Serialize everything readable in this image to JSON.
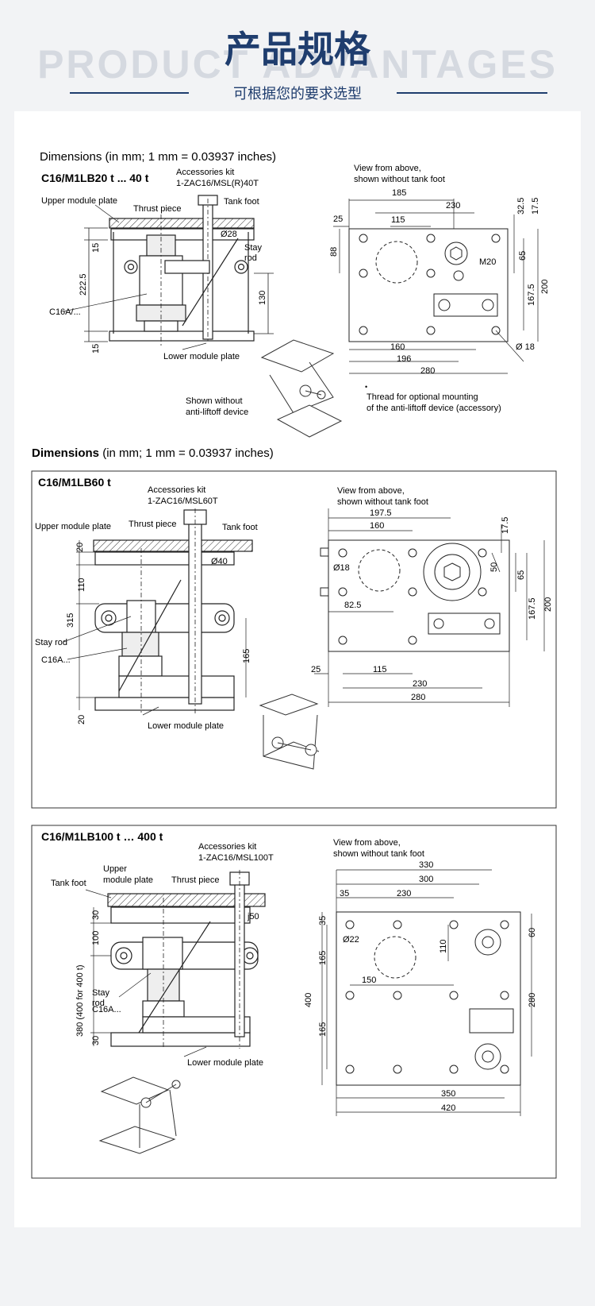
{
  "header": {
    "background_word": "PRODUCT ADVANTAGES",
    "title": "产品规格",
    "subtitle": "可根据您的要求选型",
    "accent_color": "#1f3d6e"
  },
  "section1": {
    "dimensions_title": "Dimensions (in mm; 1 mm = 0.03937 inches)",
    "model": "C16/M1LB20 t ... 40 t",
    "labels": {
      "accessories": "Accessories kit",
      "accessories_code": "1-ZAC16/MSL(R)40T",
      "upper_plate": "Upper module plate",
      "thrust_piece": "Thrust piece",
      "tank_foot": "Tank foot",
      "stay": "Stay",
      "rod": "rod",
      "load_cell": "C16A/...",
      "lower_plate": "Lower module plate",
      "shown_without_1": "Shown without",
      "shown_without_2": "anti-liftoff device",
      "view_above_1": "View from above,",
      "view_above_2": "shown without tank foot",
      "thread_1": "Thread for optional mounting",
      "thread_2": "of the anti-liftoff device (accessory)",
      "bullet": "•"
    },
    "dims": {
      "d15a": "15",
      "d222": "222.5",
      "d15b": "15",
      "d130": "130",
      "dia28": "Ø28",
      "d185": "185",
      "d230": "230",
      "d25": "25",
      "d115": "115",
      "d32": "32.5",
      "d17": "17.5",
      "d88": "88",
      "d65": "65",
      "m20": "M20",
      "d167": "167.5",
      "d200": "200",
      "d160": "160",
      "d196": "196",
      "d280": "280",
      "dia18": "Ø 18"
    }
  },
  "section2": {
    "dimensions_bold": "Dimensions",
    "dimensions_rest": " (in mm; 1 mm = 0.03937 inches)",
    "model": "C16/M1LB60 t",
    "labels": {
      "accessories": "Accessories kit",
      "accessories_code": "1-ZAC16/MSL60T",
      "upper_plate": "Upper  module plate",
      "thrust_piece": "Thrust piece",
      "tank_foot": "Tank foot",
      "stay_rod": "Stay rod",
      "load_cell": "C16A...",
      "lower_plate": "Lower module plate",
      "view_above_1": "View from above,",
      "view_above_2": "shown without tank foot"
    },
    "dims": {
      "d20a": "20",
      "d110": "110",
      "d315": "315",
      "d165": "165",
      "d20b": "20",
      "dia40": "Ø40",
      "d197": "197.5",
      "d160": "160",
      "d17": "17.5",
      "dia18": "Ø18",
      "d50": "50",
      "d65": "65",
      "d82": "82.5",
      "d167": "167.5",
      "d200": "200",
      "d25": "25",
      "d115": "115",
      "d230": "230",
      "d280": "280"
    }
  },
  "section3": {
    "model": "C16/M1LB100 t … 400 t",
    "labels": {
      "accessories": "Accessories kit",
      "accessories_code": "1-ZAC16/MSL100T",
      "tank_foot": "Tank foot",
      "upper_1": "Upper",
      "upper_2": "module plate",
      "thrust_piece": "Thrust piece",
      "stay": "Stay",
      "rod": "rod",
      "load_cell": "C16A...",
      "lower_plate": "Lower module plate",
      "view_above_1": "View from above,",
      "view_above_2": "shown without tank foot"
    },
    "dims": {
      "d30a": "30",
      "d100": "100",
      "d380": "380 (400 for 400 t)",
      "d30b": "30",
      "j50": "j50",
      "d330": "330",
      "d300": "300",
      "d35a": "35",
      "d230": "230",
      "d35b": "35",
      "dia22": "Ø22",
      "d110": "110",
      "d60": "60",
      "d165a": "165",
      "d150": "150",
      "d400": "400",
      "d280": "280",
      "d165b": "165",
      "d350": "350",
      "d420": "420"
    }
  }
}
